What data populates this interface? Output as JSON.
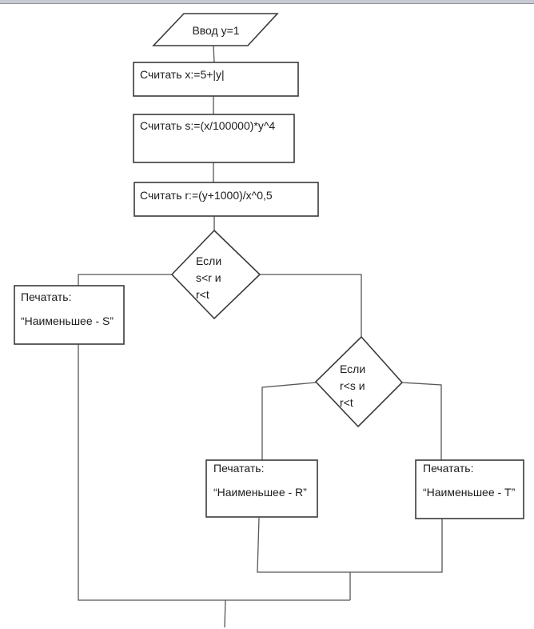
{
  "window": {
    "top_edge_color": "#c7cad0",
    "top_edge_border": "#8e939b"
  },
  "colors": {
    "shape_stroke": "#3a3a3a",
    "connector_stroke": "#565656",
    "text": "#1c1c1c",
    "background": "#ffffff"
  },
  "flowchart": {
    "input": {
      "shape": "parallelogram",
      "label": "Ввод y=1"
    },
    "step_x": {
      "shape": "process",
      "label": "Считать x:=5+|y|"
    },
    "step_s": {
      "shape": "process",
      "label": "Считать s:=(x/100000)*y^4"
    },
    "step_r": {
      "shape": "process",
      "label": "Считать r:=(y+1000)/x^0,5"
    },
    "decision_1": {
      "shape": "decision",
      "lines": [
        "Если",
        "s<r и",
        "r<t"
      ]
    },
    "decision_2": {
      "shape": "decision",
      "lines": [
        "Если",
        "r<s и",
        "r<t"
      ]
    },
    "print_s": {
      "shape": "process",
      "line1": "Печатать:",
      "line2": "“Наименьшее - S”"
    },
    "print_r": {
      "shape": "process",
      "line1": "Печатать:",
      "line2": "“Наименьшее - R”"
    },
    "print_t": {
      "shape": "process",
      "line1": "Печатать:",
      "line2": "“Наименьшее - T”"
    }
  }
}
